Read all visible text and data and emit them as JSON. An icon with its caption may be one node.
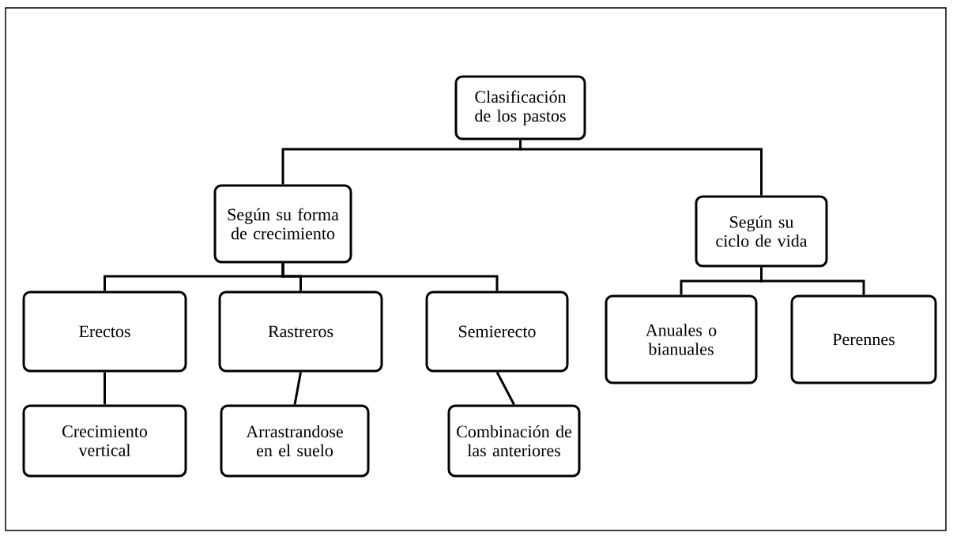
{
  "diagram": {
    "nodes": [
      {
        "text": [
          "Clasificación de los pastos"
        ]
      },
      {
        "text": [
          "Según su forma de crecimiento"
        ]
      },
      {
        "text": [
          "Según su ciclo de vida"
        ]
      },
      {
        "text": [
          "Erectos"
        ]
      },
      {
        "text": [
          "Rastreros"
        ]
      },
      {
        "text": [
          "Semierecto"
        ]
      },
      {
        "text": [
          "Anuales o bianuales"
        ]
      },
      {
        "text": [
          "Perennes"
        ]
      },
      {
        "text": [
          "Crecimiento vertical"
        ]
      },
      {
        "text": [
          "Arrastrandose en el suelo"
        ]
      },
      {
        "text": [
          "Combinación de las anteriores"
        ]
      }
    ],
    "edges": [
      {
        "from": 0,
        "to": 1,
        "arrow": "none"
      },
      {
        "from": 0,
        "to": 2,
        "arrow": "none"
      },
      {
        "from": 1,
        "to": 3,
        "arrow": "none"
      },
      {
        "from": 1,
        "to": 4,
        "arrow": "none"
      },
      {
        "from": 1,
        "to": 5,
        "arrow": "none"
      },
      {
        "from": 2,
        "to": 6,
        "arrow": "none"
      },
      {
        "from": 2,
        "to": 7,
        "arrow": "none"
      },
      {
        "from": 3,
        "to": 8,
        "arrow": "none"
      },
      {
        "from": 4,
        "to": 9,
        "arrow": "none"
      },
      {
        "from": 5,
        "to": 10,
        "arrow": "none"
      }
    ]
  }
}
